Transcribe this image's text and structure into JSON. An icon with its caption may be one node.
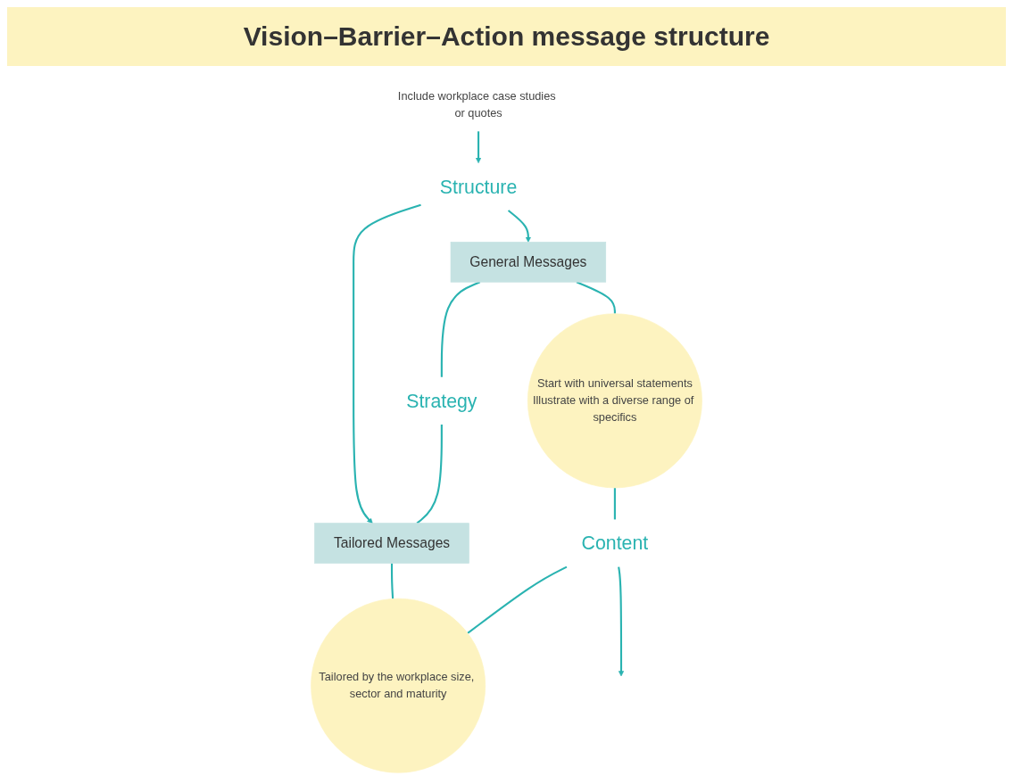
{
  "diagram": {
    "title": "Vision–Barrier–Action message structure",
    "nodes": [
      {
        "text": [
          "Include workplace case studies or quotes"
        ]
      },
      {
        "text": [
          "Structure"
        ]
      },
      {
        "text": [
          "General Messages"
        ]
      },
      {
        "text": [
          "Strategy"
        ]
      },
      {
        "text": [
          "Tailored Messages"
        ]
      },
      {
        "text": [
          "Start with universal statements",
          "Illustrate with a diverse range of specifics"
        ]
      },
      {
        "text": [
          "Content"
        ]
      },
      {
        "text": [
          "Tailored by the workplace size, sector and maturity"
        ]
      }
    ],
    "edges": [
      {
        "from": 0,
        "to": 1,
        "arrow": "to"
      },
      {
        "from": 1,
        "to": 2,
        "arrow": "to"
      },
      {
        "from": 1,
        "to": 4,
        "arrow": "to"
      },
      {
        "from": 2,
        "to": 3,
        "arrow": "none"
      },
      {
        "from": 3,
        "to": 4,
        "arrow": "none"
      },
      {
        "from": 2,
        "to": 5,
        "arrow": "none"
      },
      {
        "from": 4,
        "to": 7,
        "arrow": "none"
      },
      {
        "from": 5,
        "to": 6,
        "arrow": "none"
      },
      {
        "from": 6,
        "to": 7,
        "arrow": "none"
      },
      {
        "from": 6,
        "to": null,
        "arrow": "to"
      }
    ]
  }
}
